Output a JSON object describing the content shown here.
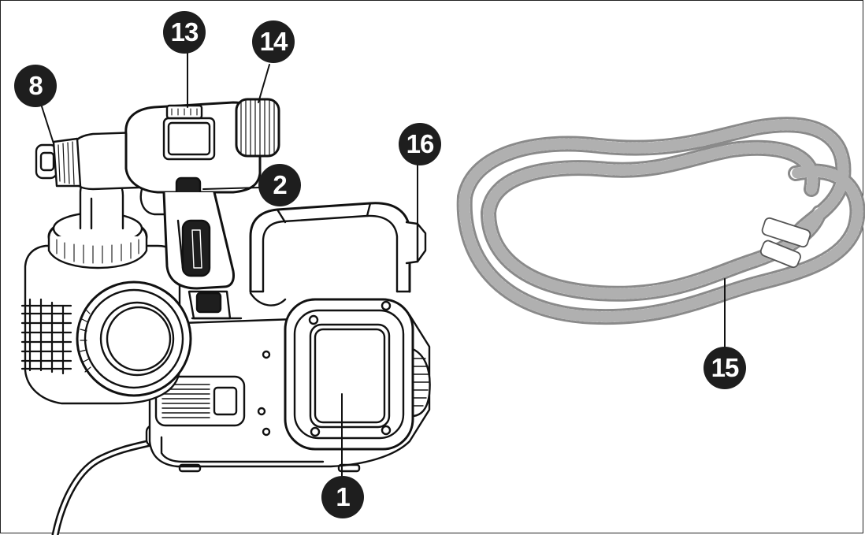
{
  "callouts": {
    "c8": "8",
    "c13": "13",
    "c14": "14",
    "c16": "16",
    "c2": "2",
    "c1": "1",
    "c15": "15"
  },
  "colors": {
    "ink": "#1e1e1e",
    "line": "#111111",
    "hose": "#7a7a7a",
    "background": "#ffffff"
  }
}
